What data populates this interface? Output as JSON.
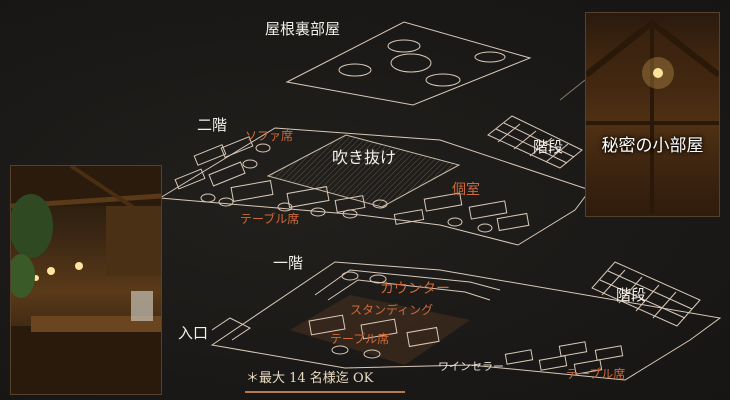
{
  "floors": {
    "attic": "屋根裏部屋",
    "second": "二階",
    "first": "一階"
  },
  "areas": {
    "sofa_seats": "ソファ席",
    "atrium": "吹き抜け",
    "stairs_2f": "階段",
    "private_room": "個室",
    "table_seats_2f": "テーブル席",
    "counter": "カウンター",
    "stairs_1f": "階段",
    "standing": "スタンディング",
    "table_seats_1f": "テーブル席",
    "entrance": "入口",
    "wine_cellar": "ワインセラー",
    "table_seats_1f_right": "テーブル席"
  },
  "photos": {
    "secret_room": {
      "caption": "秘密の小部屋"
    }
  },
  "note": "＊最大 14 名様迄 OK",
  "colors": {
    "background": "#1b1917",
    "plan_line": "#d9c9b8",
    "area_label": "#cf6a3a",
    "floor_label": "#f2efe8",
    "underline": "#b57a47"
  }
}
